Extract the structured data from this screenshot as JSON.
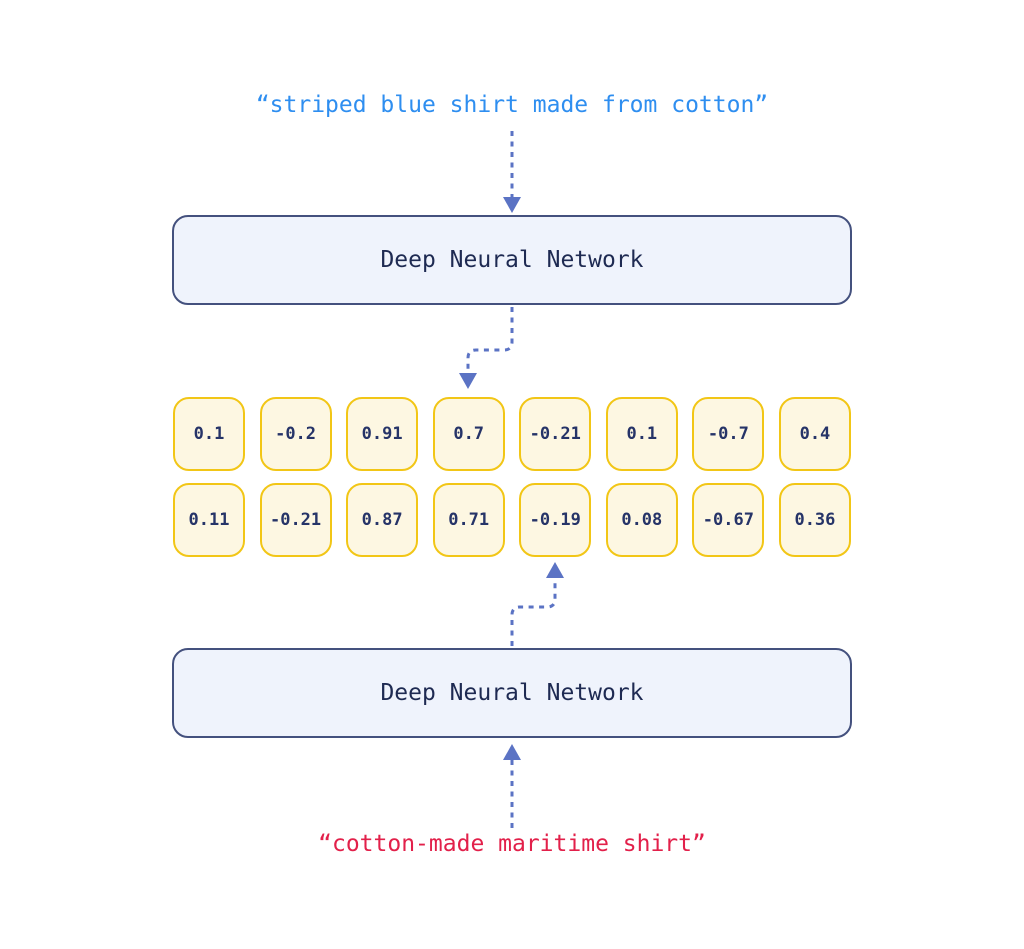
{
  "top_input": {
    "text": "“striped blue shirt made from cotton”"
  },
  "bottom_input": {
    "text": "“cotton-made maritime shirt”"
  },
  "networks": [
    {
      "label": "Deep Neural Network"
    },
    {
      "label": "Deep Neural Network"
    }
  ],
  "embeddings": {
    "rows": [
      [
        "0.1",
        "-0.2",
        "0.91",
        "0.7",
        "-0.21",
        "0.1",
        "-0.7",
        "0.4"
      ],
      [
        "0.11",
        "-0.21",
        "0.87",
        "0.71",
        "-0.19",
        "0.08",
        "-0.67",
        "0.36"
      ]
    ]
  },
  "colors": {
    "top_input_text": "#2e8ef0",
    "bottom_input_text": "#e2204a",
    "network_box_fill": "#eff3fc",
    "network_box_border": "#44517e",
    "network_label_text": "#1e2a52",
    "embedding_box_fill": "#fdf7e2",
    "embedding_box_border": "#f2c616",
    "embedding_value_text": "#263468",
    "arrow": "#5b73c4",
    "background": "#ffffff"
  }
}
